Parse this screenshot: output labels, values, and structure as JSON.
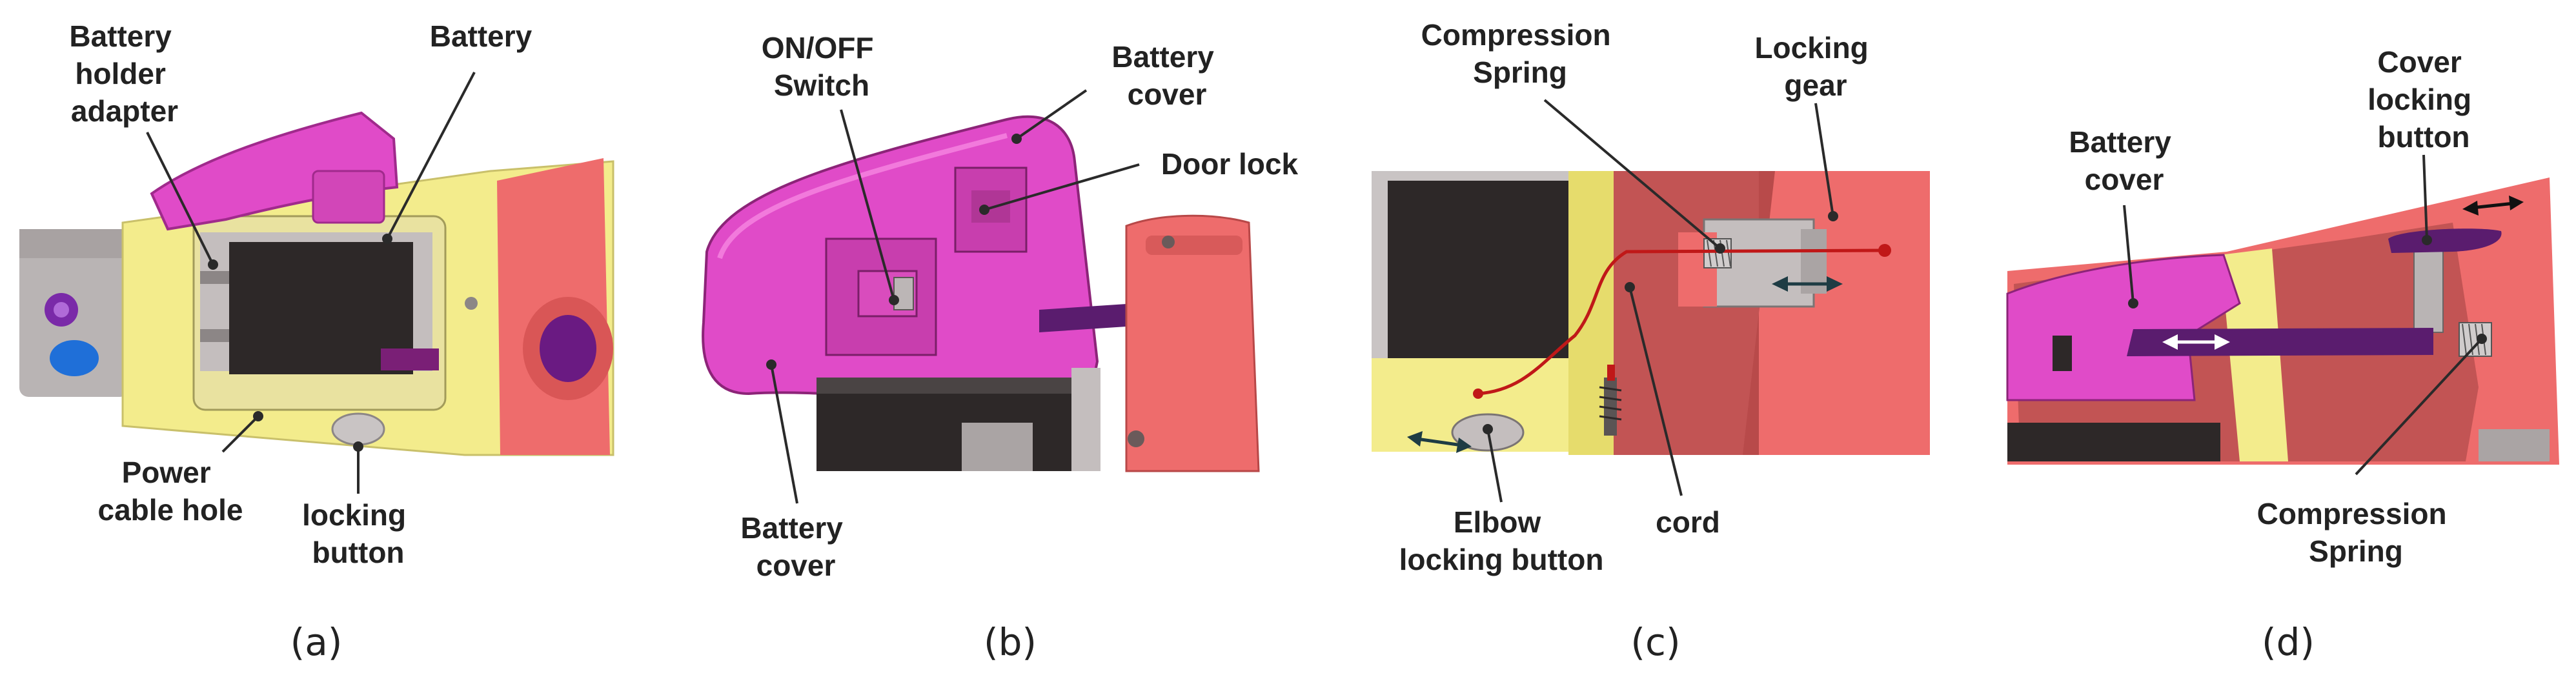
{
  "panels": [
    {
      "caption": "(a)",
      "labels": {
        "holder_line1": "Battery",
        "holder_line2": "holder",
        "holder_line3": "adapter",
        "battery": "Battery",
        "power_line1": "Power",
        "power_line2": "cable hole",
        "locking_line1": "locking",
        "locking_line2": "button"
      }
    },
    {
      "caption": "(b)",
      "labels": {
        "switch_line1": "ON/OFF",
        "switch_line2": "Switch",
        "cover_top_line1": "Battery",
        "cover_top_line2": "cover",
        "door_lock": "Door lock",
        "cover_bottom_line1": "Battery",
        "cover_bottom_line2": "cover"
      }
    },
    {
      "caption": "(c)",
      "labels": {
        "spring_line1": "Compression",
        "spring_line2": "Spring",
        "gear_line1": "Locking",
        "gear_line2": "gear",
        "elbow_line1": "Elbow",
        "elbow_line2": "locking button",
        "cord": "cord"
      }
    },
    {
      "caption": "(d)",
      "labels": {
        "cover_line1": "Battery",
        "cover_line2": "cover",
        "cover_btn_line1": "Cover",
        "cover_btn_line2": "locking",
        "cover_btn_line3": "button",
        "spring_line1": "Compression",
        "spring_line2": "Spring"
      }
    }
  ],
  "colors": {
    "magenta": "#e04bc8",
    "magenta_dark": "#a02a8c",
    "yellow": "#f3ec8c",
    "salmon": "#ee6c6c",
    "gray": "#b9b4b4",
    "black_block": "#2d2828",
    "purple": "#5a1c6e",
    "cord_red": "#c01818",
    "arrow_teal": "#1e3c44"
  }
}
